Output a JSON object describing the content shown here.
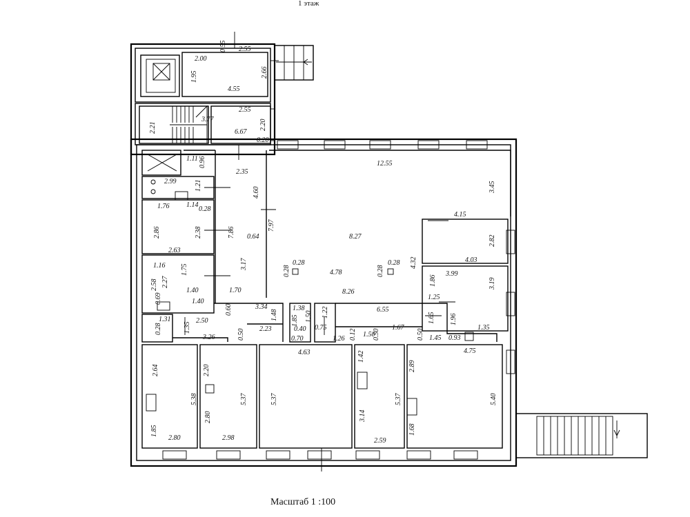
{
  "title": "1 этаж",
  "scale_label": "Масштаб 1 :100",
  "dimensions": [
    "0.55",
    "2.55",
    "2.00",
    "1.95",
    "2.66",
    "4.55",
    "2.55",
    "2.21",
    "3.77",
    "6.67",
    "2.20",
    "0.20",
    "1.11",
    "0.96",
    "2.35",
    "12.55",
    "3.45",
    "2.99",
    "1.21",
    "4.60",
    "1.76",
    "1.14",
    "0.28",
    "7.97",
    "8.27",
    "2.86",
    "2.38",
    "7.86",
    "0.64",
    "4.15",
    "2.82",
    "2.63",
    "4.03",
    "1.16",
    "1.75",
    "3.17",
    "0.28",
    "0.28",
    "4.78",
    "0.28",
    "0.28",
    "4.32",
    "2.58",
    "2.27",
    "1.40",
    "3.99",
    "1.86",
    "3.19",
    "0.69",
    "1.40",
    "1.70",
    "8.26",
    "1.25",
    "3.34",
    "1.38",
    "1.22",
    "6.55",
    "0.60",
    "1.48",
    "1.85",
    "1.50",
    "0.40",
    "1.65",
    "1.96",
    "1.31",
    "2.50",
    "1.35",
    "0.75",
    "1.67",
    "1.35",
    "0.28",
    "2.23",
    "1.50",
    "0.50",
    "0.93",
    "3.26",
    "0.50",
    "0.70",
    "1.26",
    "0.12",
    "0.50",
    "1.45",
    "2.64",
    "2.20",
    "4.63",
    "1.42",
    "2.89",
    "4.75",
    "5.38",
    "5.37",
    "5.37",
    "5.37",
    "5.40",
    "3.14",
    "1.85",
    "2.80",
    "1.68",
    "2.80",
    "2.98",
    "2.59"
  ]
}
